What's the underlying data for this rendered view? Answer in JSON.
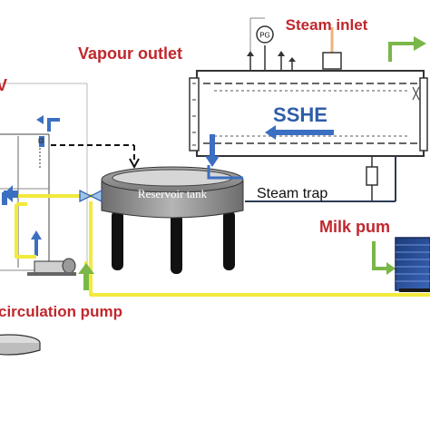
{
  "labels": {
    "steam_inlet": "Steam inlet",
    "vapour_outlet": "Vapour outlet",
    "sshe": "SSHE",
    "reservoir_tank": "Reservoir tank",
    "steam_trap": "Steam trap",
    "milk_pump": "Milk pum",
    "circulation_pump": "circulation pump",
    "left_edge_v": "V",
    "pressure_gauge": "PG"
  },
  "colors": {
    "label_red": "#c0272d",
    "label_black": "#111111",
    "label_blue": "#2f5da8",
    "arrow_blue": "#3b6fc2",
    "milk_line_yellow": "#f2ea3c",
    "steam_line_orange": "#f0b27a",
    "green_arrow": "#7ab648",
    "tank_fill": "#8f8f8f"
  },
  "icons": [
    "pressure-gauge-icon",
    "valve-icon",
    "motor-icon"
  ]
}
